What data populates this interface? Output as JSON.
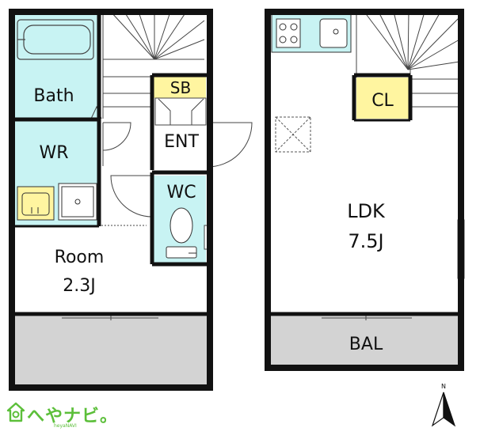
{
  "rooms": {
    "bath": "Bath",
    "sb": "SB",
    "ent": "ENT",
    "wr": "WR",
    "wc": "WC",
    "room": "Room",
    "room_size": "2.3J",
    "cl": "CL",
    "ldk": "LDK",
    "ldk_size": "7.5J",
    "bal_left": "",
    "bal_right": "BAL"
  },
  "logo": {
    "name": "へやナビ。",
    "sub": "heyaNAVI"
  },
  "compass": {
    "north_label": "N"
  },
  "colors": {
    "wall": "#111111",
    "wet_area": "#c8f3f3",
    "storage": "#fff5a0",
    "balcony": "#d3d3d3",
    "brand": "#5cbf3a"
  }
}
